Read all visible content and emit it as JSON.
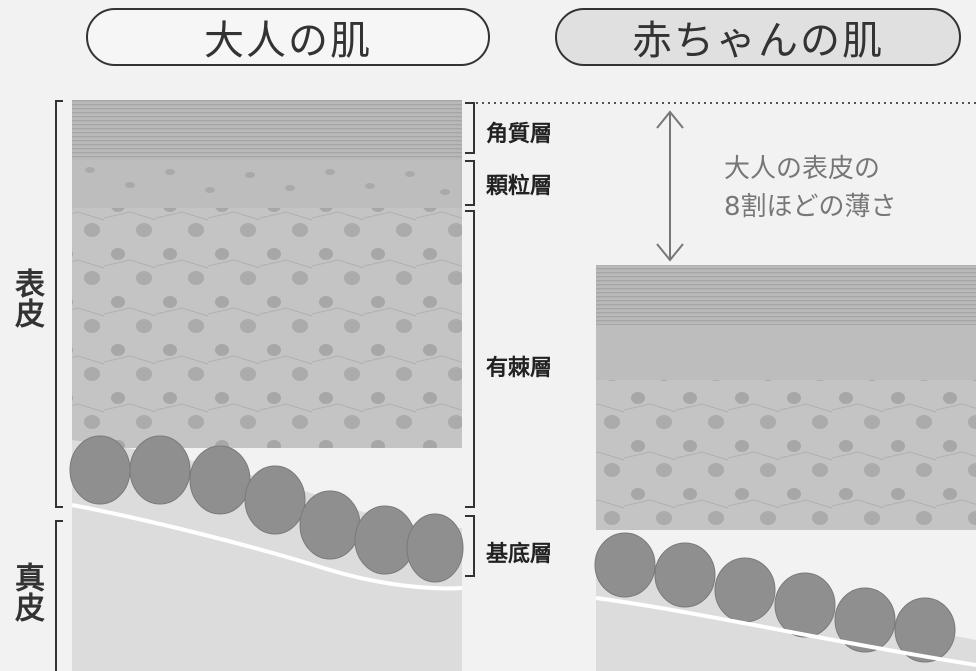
{
  "titles": {
    "adult": "大人の肌",
    "baby": "赤ちゃんの肌"
  },
  "side_labels": {
    "epidermis": "表皮",
    "dermis": "真皮"
  },
  "layer_labels": {
    "stratum_corneum": "角質層",
    "stratum_granulosum": "顆粒層",
    "stratum_spinosum": "有棘層",
    "stratum_basale": "基底層"
  },
  "comparison_note": {
    "line1": "大人の表皮の",
    "line2": "8割ほどの薄さ"
  }
}
